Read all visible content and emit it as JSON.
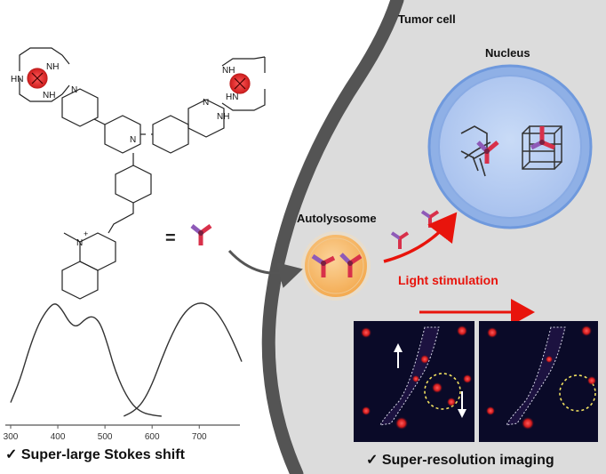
{
  "labels": {
    "tumor_cell": "Tumor cell",
    "nucleus": "Nucleus",
    "autolysosome": "Autolysosome",
    "light_stimulation": "Light stimulation",
    "equals": "=",
    "stokes_caption": "✓ Super-large Stokes shift",
    "resolution_caption": "✓ Super-resolution imaging"
  },
  "molecule_atoms": {
    "nh_top_left": "NH",
    "hn_left": "HN",
    "nh_bottom_left": "NH",
    "n_pyridine_left": "N",
    "nh_top_right": "NH",
    "hn_right": "HN",
    "nh_bottom_right": "NH",
    "n_pyridine_right": "N",
    "n_center": "N",
    "n_quinolinium": "N",
    "plus_charge": "+"
  },
  "colors": {
    "cell_background": "#dcdcdc",
    "membrane": "#545454",
    "nucleus_fill": "#b7cdf1",
    "nucleus_ring": "#6f99dd",
    "autolysosome_fill": "#f7b968",
    "light_arrow": "#e8140c",
    "probe_red": "#e8344a",
    "probe_purple": "#8e5ab8",
    "micrograph_bg": "#0a0a28"
  },
  "chart_data": {
    "type": "line",
    "title": "",
    "xlabel": "",
    "ylabel": "",
    "x_ticks": [
      300,
      400,
      500,
      600,
      700
    ],
    "xlim": [
      300,
      790
    ],
    "ylim": [
      0,
      1
    ],
    "grid": false,
    "series": [
      {
        "x": [
          300,
          320,
          340,
          360,
          380,
          395,
          410,
          425,
          440,
          460,
          475,
          490,
          505,
          520,
          540,
          560,
          580,
          600,
          620
        ],
        "y": [
          0.12,
          0.32,
          0.6,
          0.82,
          0.95,
          1.0,
          0.93,
          0.82,
          0.78,
          0.86,
          0.88,
          0.82,
          0.64,
          0.42,
          0.22,
          0.09,
          0.03,
          0.01,
          0.0
        ]
      },
      {
        "x": [
          540,
          560,
          580,
          600,
          620,
          640,
          660,
          680,
          700,
          720,
          740,
          760,
          780,
          790
        ],
        "y": [
          0.0,
          0.04,
          0.12,
          0.28,
          0.5,
          0.7,
          0.86,
          0.96,
          1.0,
          0.98,
          0.9,
          0.76,
          0.58,
          0.48
        ]
      }
    ]
  }
}
